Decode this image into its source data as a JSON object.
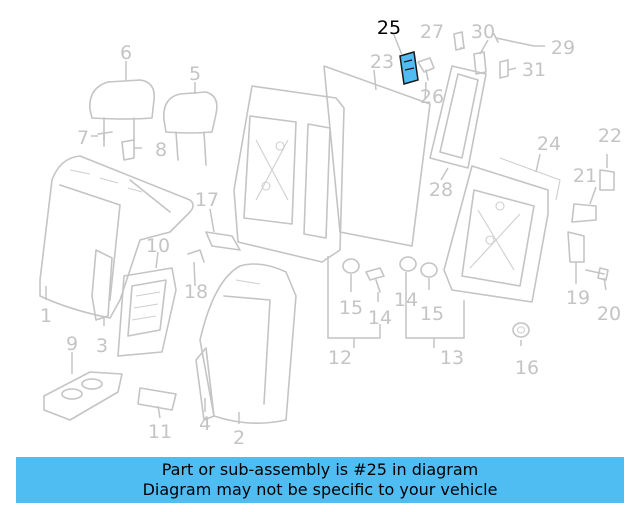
{
  "diagram": {
    "highlight_color": "#4fbdf2",
    "highlighted_part": "25",
    "callouts": {
      "p1": "1",
      "p2": "2",
      "p3": "3",
      "p4": "4",
      "p5": "5",
      "p6": "6",
      "p7": "7",
      "p8": "8",
      "p9": "9",
      "p10": "10",
      "p11": "11",
      "p12": "12",
      "p13": "13",
      "p14a": "14",
      "p14b": "14",
      "p15a": "15",
      "p15b": "15",
      "p16": "16",
      "p17": "17",
      "p18": "18",
      "p19": "19",
      "p20": "20",
      "p21": "21",
      "p22": "22",
      "p23": "23",
      "p24": "24",
      "p25": "25",
      "p26": "26",
      "p27": "27",
      "p28": "28",
      "p29": "29",
      "p30": "30",
      "p31": "31"
    }
  },
  "caption": {
    "line1": "Part or sub-assembly is #25 in diagram",
    "line2": "Diagram may not be specific to your vehicle",
    "background": "#4fbdf2"
  }
}
